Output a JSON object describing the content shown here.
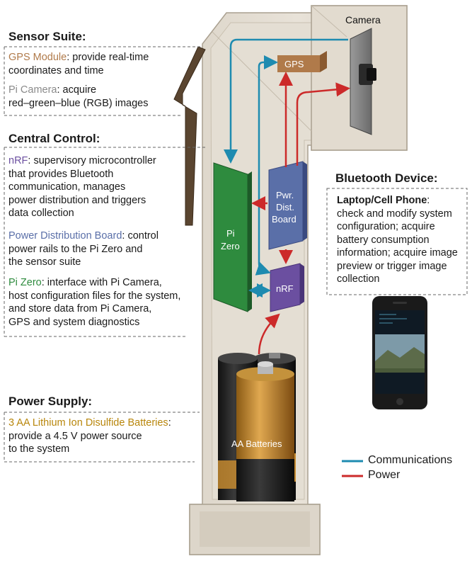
{
  "sections": {
    "sensor_suite": {
      "heading": "Sensor Suite:",
      "gps_name": "GPS Module",
      "gps_desc_1": ": provide real-time",
      "gps_desc_2": "coordinates and time",
      "cam_name": "Pi Camera",
      "cam_desc_1": ": acquire",
      "cam_desc_2": "red–green–blue (RGB) images"
    },
    "central_control": {
      "heading": "Central Control:",
      "nrf_name": "nRF",
      "nrf_desc_1": ": supervisory microcontroller",
      "nrf_desc_2": "that provides Bluetooth",
      "nrf_desc_3": "communication, manages",
      "nrf_desc_4": "power distribution and triggers",
      "nrf_desc_5": "data collection",
      "pdb_name": "Power Distribution Board",
      "pdb_desc_1": ": control",
      "pdb_desc_2": "power rails to the Pi Zero and",
      "pdb_desc_3": "the sensor suite",
      "piz_name": "Pi Zero",
      "piz_desc_1": ": interface with Pi Camera,",
      "piz_desc_2": "host configuration files for the system,",
      "piz_desc_3": "and store data from Pi Camera,",
      "piz_desc_4": "GPS and system diagnostics"
    },
    "power_supply": {
      "heading": "Power Supply:",
      "bat_name": "3 AA Lithium Ion Disulfide Batteries",
      "bat_desc_0": ":",
      "bat_desc_1": "provide a 4.5 V power source",
      "bat_desc_2": "to the system"
    },
    "bluetooth": {
      "heading": "Bluetooth Device:",
      "title": "Laptop/Cell Phone",
      "desc_0": ":",
      "desc_1": "check and modify system",
      "desc_2": "configuration; acquire",
      "desc_3": "battery consumption",
      "desc_4": "information; acquire image",
      "desc_5": "preview or trigger image",
      "desc_6": "collection"
    }
  },
  "components": {
    "camera": "Camera",
    "gps": "GPS",
    "pdb_1": "Pwr.",
    "pdb_2": "Dist.",
    "pdb_3": "Board",
    "pi_zero_1": "Pi",
    "pi_zero_2": "Zero",
    "nrf": "nRF",
    "batteries": "AA Batteries"
  },
  "legend": {
    "communications": "Communications",
    "power": "Power"
  },
  "colors": {
    "gps": "#b07a4a",
    "pi_camera": "#8a8a8a",
    "nrf": "#6b4fa0",
    "pdb": "#5a6fa8",
    "pi_zero": "#2e8b3e",
    "battery": "#b8860b",
    "communications": "#1e8bb0",
    "power": "#cc2a2a",
    "housing": "#e6e0d6"
  }
}
